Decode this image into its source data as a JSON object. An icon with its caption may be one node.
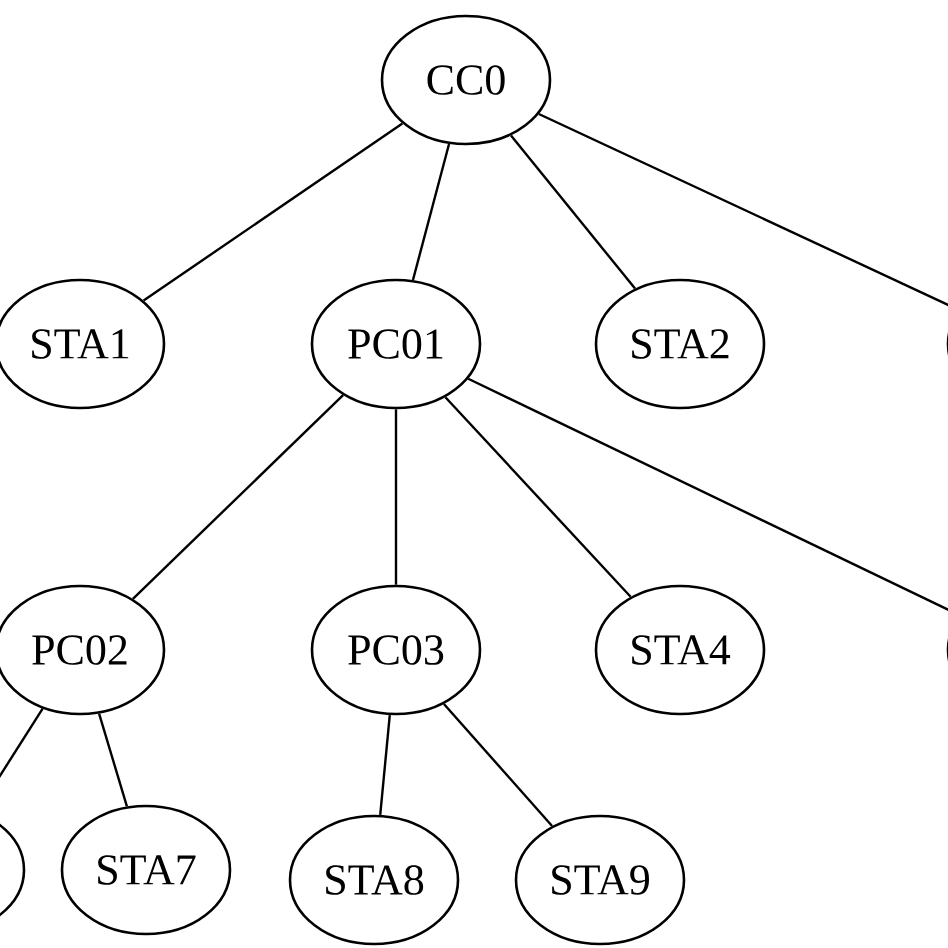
{
  "diagram": {
    "nodes": [
      {
        "text": [
          "CC0"
        ]
      },
      {
        "text": [
          "STA1"
        ]
      },
      {
        "text": [
          "PC01"
        ]
      },
      {
        "text": [
          "STA2"
        ]
      },
      {
        "text": [],
        "shape": "ellipse"
      },
      {
        "text": [
          "PC02"
        ]
      },
      {
        "text": [
          "PC03"
        ]
      },
      {
        "text": [
          "STA4"
        ]
      },
      {
        "text": [],
        "shape": "ellipse"
      },
      {
        "text": [],
        "shape": "ellipse"
      },
      {
        "text": [
          "STA7"
        ]
      },
      {
        "text": [
          "STA8"
        ]
      },
      {
        "text": [
          "STA9"
        ]
      }
    ],
    "edges": [
      {
        "from": 0,
        "to": 1,
        "arrow": "none"
      },
      {
        "from": 0,
        "to": 2,
        "arrow": "none"
      },
      {
        "from": 0,
        "to": 3,
        "arrow": "none"
      },
      {
        "from": 0,
        "to": 4,
        "arrow": "none"
      },
      {
        "from": 2,
        "to": 5,
        "arrow": "none"
      },
      {
        "from": 2,
        "to": 6,
        "arrow": "none"
      },
      {
        "from": 2,
        "to": 7,
        "arrow": "none"
      },
      {
        "from": 2,
        "to": 8,
        "arrow": "none"
      },
      {
        "from": 5,
        "to": 9,
        "arrow": "none"
      },
      {
        "from": 5,
        "to": 10,
        "arrow": "none"
      },
      {
        "from": 6,
        "to": 11,
        "arrow": "none"
      },
      {
        "from": 6,
        "to": 12,
        "arrow": "none"
      }
    ]
  }
}
